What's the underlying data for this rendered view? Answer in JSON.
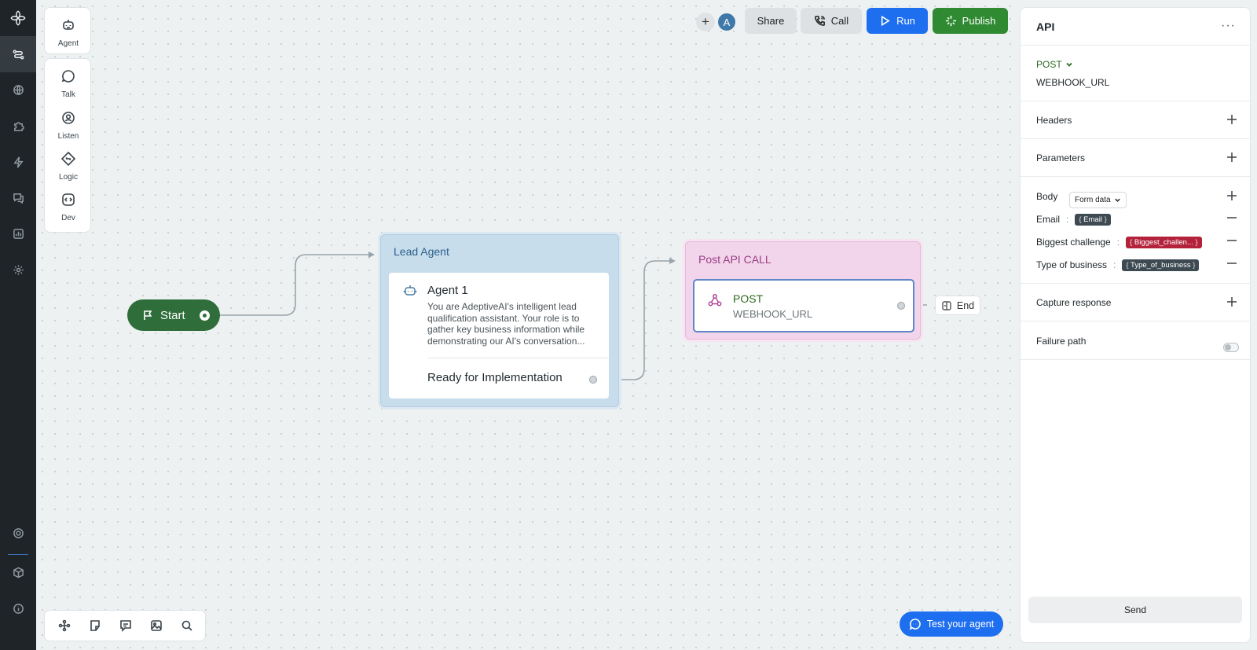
{
  "toolbar": {
    "avatar_initial": "A",
    "share_label": "Share",
    "call_label": "Call",
    "run_label": "Run",
    "publish_label": "Publish"
  },
  "palette": {
    "agent": "Agent",
    "talk": "Talk",
    "listen": "Listen",
    "logic": "Logic",
    "dev": "Dev"
  },
  "nodes": {
    "start_label": "Start",
    "lead": {
      "title": "Lead Agent",
      "agent_name": "Agent 1",
      "agent_description": "You are AdeptiveAI's intelligent lead qualification assistant. Your role is to gather key business information while demonstrating our AI's conversation...",
      "exit_label": "Ready for Implementation"
    },
    "post": {
      "title": "Post API CALL",
      "method": "POST",
      "url": "WEBHOOK_URL"
    },
    "end_label": "End"
  },
  "test_agent_label": "Test your agent",
  "panel": {
    "title": "API",
    "method": "POST",
    "url": "WEBHOOK_URL",
    "headers_label": "Headers",
    "parameters_label": "Parameters",
    "body_label": "Body",
    "body_type": "Form data",
    "body_fields": [
      {
        "name": "Email",
        "tag": "Email",
        "tag_color": "#3e4a52"
      },
      {
        "name": "Biggest challenge",
        "tag": "Biggest_challen...",
        "tag_color": "#b3213b"
      },
      {
        "name": "Type of business",
        "tag": "Type_of_business",
        "tag_color": "#3e4a52"
      }
    ],
    "capture_label": "Capture response",
    "failure_label": "Failure path",
    "failure_enabled": false,
    "send_label": "Send"
  },
  "colors": {
    "run": "#1e6ff0",
    "publish": "#2f8a32",
    "start_node": "#2f6e3b",
    "lead_node": "#c7ddec",
    "post_node": "#f2d5ea"
  }
}
